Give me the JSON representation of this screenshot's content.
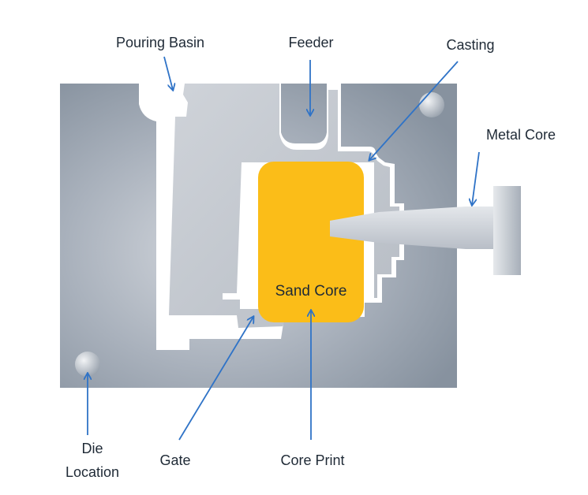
{
  "diagram": {
    "title": "Die casting mold cross-section",
    "labels": {
      "pouring_basin": "Pouring Basin",
      "feeder": "Feeder",
      "casting": "Casting",
      "metal_core": "Metal Core",
      "sand_core": "Sand Core",
      "die_location_line1": "Die",
      "die_location_line2": "Location",
      "gate": "Gate",
      "core_print": "Core Print"
    },
    "colors": {
      "die": "#8d98a6",
      "die_highlight": "#c9ced6",
      "cavity": "#ffffff",
      "casting_metal": "#c3c8cf",
      "sand_core": "#fbbd18",
      "metal_core": "#d2d6dc",
      "arrow": "#2f73c7"
    }
  }
}
